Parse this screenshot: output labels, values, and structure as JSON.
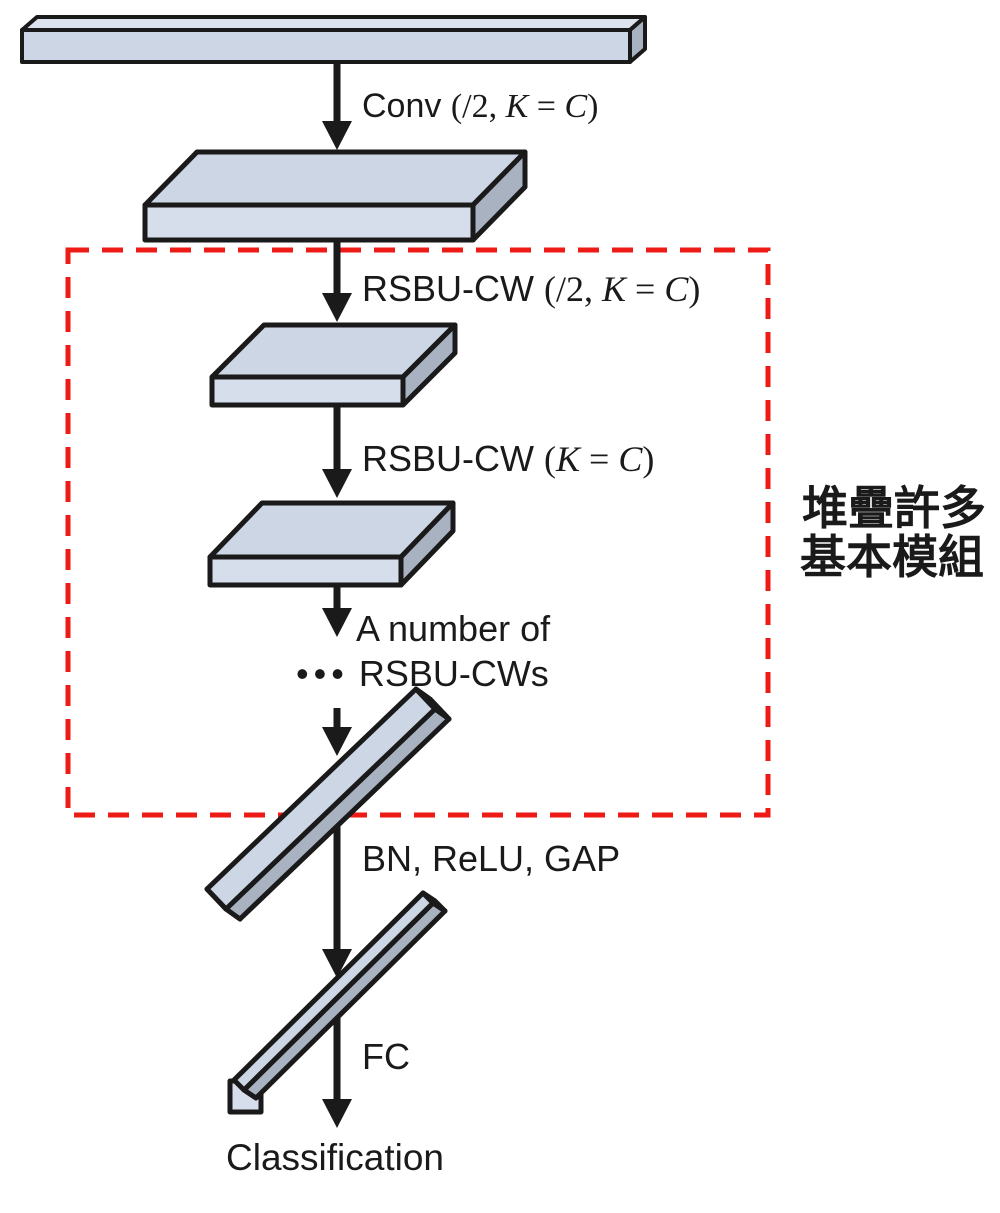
{
  "figure": {
    "title": "Deep residual shrinkage network architecture",
    "labels": {
      "conv": {
        "prefix": "Conv ",
        "open": "(/2, ",
        "k": "K",
        "eq": " = ",
        "c": "C",
        "close": ")"
      },
      "rsbu_down": {
        "prefix": "RSBU-CW ",
        "open": "(/2, ",
        "k": "K",
        "eq": " = ",
        "c": "C",
        "close": ")"
      },
      "rsbu_same": {
        "prefix": "RSBU-CW ",
        "open": "(",
        "k": "K",
        "eq": " = ",
        "c": "C",
        "close": ")"
      },
      "stack_line1": "A number of",
      "stack_dots": "•••",
      "stack_line2": " RSBU-CWs",
      "bn_relu_gap": "BN, ReLU, GAP",
      "fc": "FC",
      "classification": "Classification"
    },
    "annotation": {
      "line1": "堆疊許多",
      "line2": "基本模組"
    },
    "colors": {
      "red": "#ed1a15",
      "face_top": "#ccd6e5",
      "face_light": "#d6deeb",
      "face_side": "#a9b2c1",
      "bar_top_light": "#dde3ee",
      "ink": "#1a1a1a"
    }
  }
}
